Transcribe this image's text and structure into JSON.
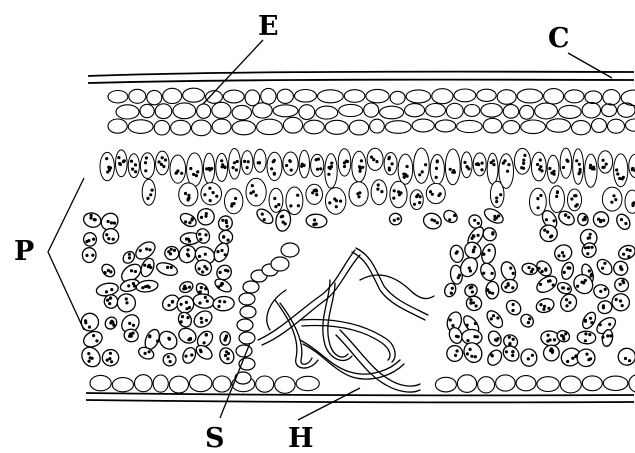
{
  "figure": {
    "labels": {
      "E": "E",
      "C": "C",
      "P": "P",
      "S": "S",
      "H": "H"
    }
  },
  "colors": {
    "ink": "#000000",
    "paper": "#ffffff"
  }
}
